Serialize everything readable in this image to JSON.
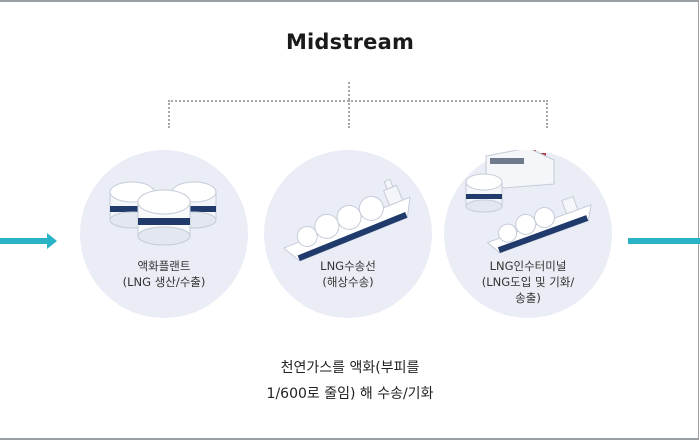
{
  "title": "Midstream",
  "stages": [
    {
      "line1": "액화플랜트",
      "line2": "(LNG 생산/수출)",
      "line3": "",
      "icon": "lng-storage-tanks"
    },
    {
      "line1": "LNG수송선",
      "line2": "(해상수송)",
      "line3": "",
      "icon": "lng-carrier-ship"
    },
    {
      "line1": "LNG인수터미널",
      "line2": "(LNG도입 및 기화/",
      "line3": "송출)",
      "icon": "lng-terminal"
    }
  ],
  "caption": {
    "line1": "천연가스를 액화(부피를",
    "line2": "1/600로 줄임) 해 수송/기화"
  },
  "colors": {
    "accent": "#2ab3c4",
    "navy": "#1f3a6b",
    "circle": "#eaedf5"
  }
}
